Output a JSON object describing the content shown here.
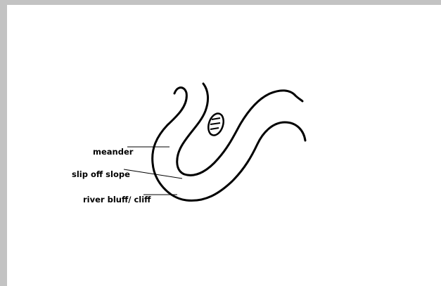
{
  "labels": {
    "meander": "meander",
    "slip_off_slope": "slip off slope",
    "river_bluff": "river bluff/ cliff"
  },
  "colors": {
    "frame": "#c3c3c3",
    "background": "#ffffff",
    "ink": "#000000"
  }
}
